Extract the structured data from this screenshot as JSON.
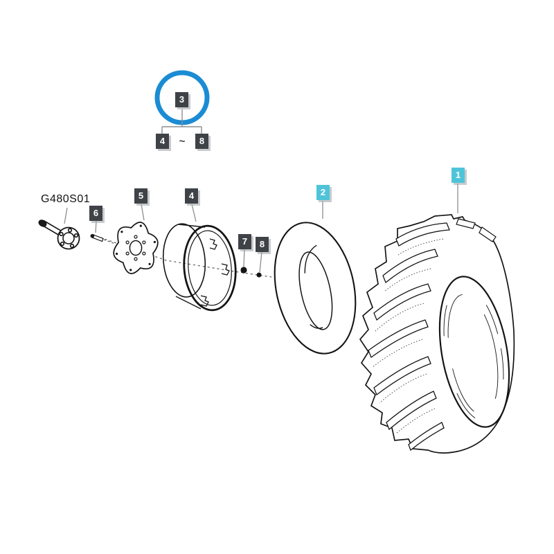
{
  "colors": {
    "highlight_label_bg": "#4FC4D9",
    "label_bg": "#3F4347",
    "label_text": "#FFFFFF",
    "group_ring": "#1B8CD3",
    "line_art": "#141414",
    "leader_line": "#8A8E91"
  },
  "labels": {
    "tire": "1",
    "tube": "2",
    "group": "3",
    "range_from": "4",
    "range_to": "8",
    "range_separator": "~",
    "rim": "4",
    "disc": "5",
    "bolt": "6",
    "nut": "7",
    "washer": "8",
    "group_code": "G480S01"
  }
}
